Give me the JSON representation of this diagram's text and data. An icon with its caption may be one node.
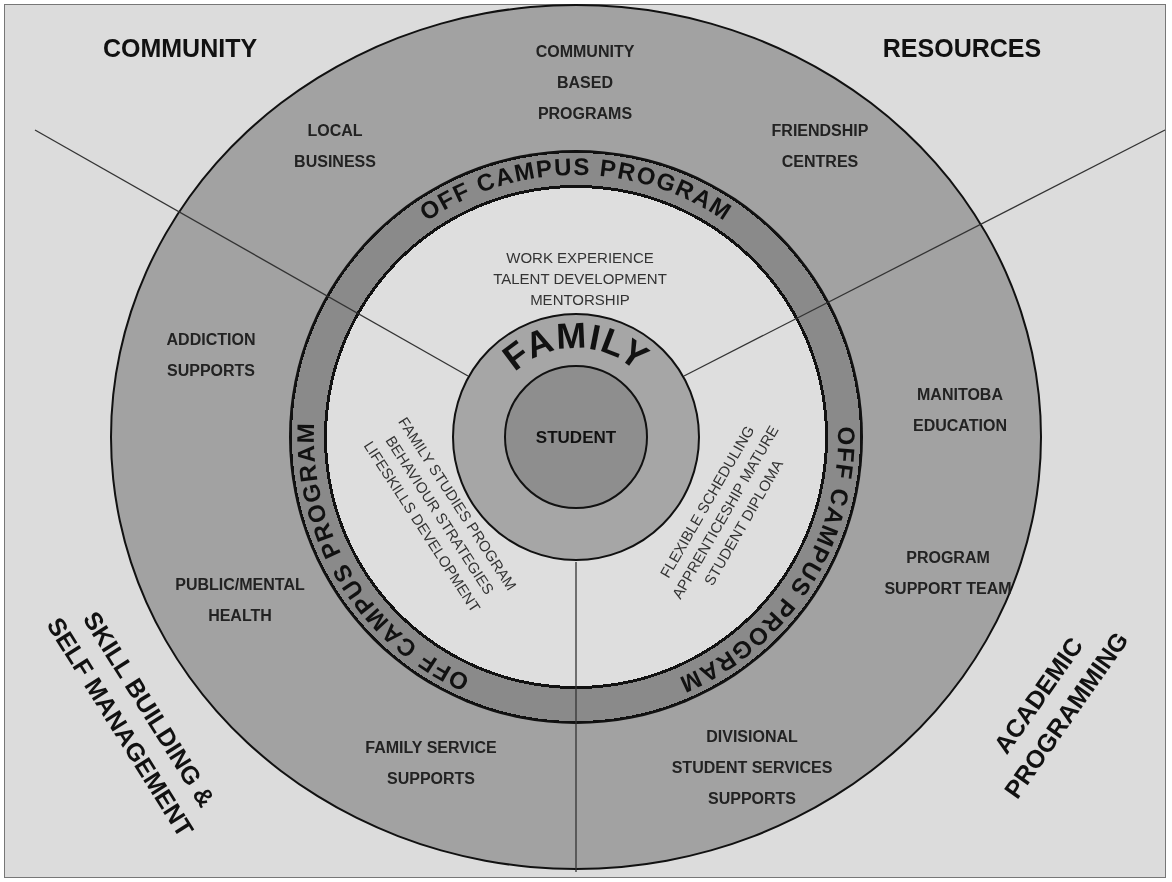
{
  "diagram": {
    "nodes": [
      {
        "text": [
          "COMMUNITY BASED PROGRAMS",
          "LOCAL BUSINESS",
          "FRIENDSHIP CENTRES",
          "ADDICTION SUPPORTS",
          "MANITOBA EDUCATION",
          "PROGRAM SUPPORT TEAM",
          "PUBLIC/MENTAL HEALTH",
          "FAMILY SERVICE SUPPORTS",
          "DIVISIONAL STUDENT SERVICES SUPPORTS"
        ]
      },
      {
        "text": [
          "OFF CAMPUS PROGRAM",
          "WORK EXPERIENCE TALENT DEVELOPMENT MENTORSHIP",
          "OFF CAMPUS PROGRAM",
          "FAMILY STUDIES PROGRAM BEHAVIOUR STRATEGIES LIFESKILLS DEVELOPMENT",
          "FLEXIBLE SCHEDULING APPRENTICESHIP MATURE STUDENT DIPLOMA",
          "OFF CAMPUS PROGRAM"
        ],
        "in": 0
      },
      {
        "text": [
          "FAMILY"
        ],
        "in": 1
      },
      {
        "text": [
          "STUDENT"
        ],
        "in": 2
      }
    ],
    "labels": [
      "COMMUNITY",
      "RESOURCES",
      "SKILL BUILDING & SELF MANAGEMENT",
      "ACADEMIC PROGRAMMING"
    ]
  }
}
